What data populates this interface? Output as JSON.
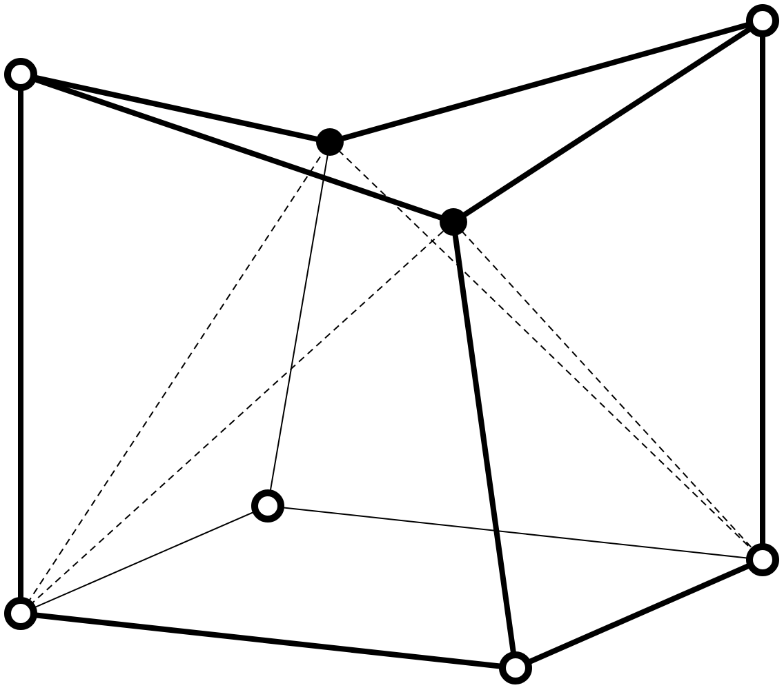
{
  "diagram": {
    "colors": {
      "stroke": "#000000",
      "background": "#ffffff",
      "filled_node": "#000000",
      "open_node_fill": "#ffffff"
    },
    "nodes": [
      {
        "id": "A",
        "style": "open"
      },
      {
        "id": "B",
        "style": "open"
      },
      {
        "id": "C",
        "style": "filled"
      },
      {
        "id": "D",
        "style": "filled"
      },
      {
        "id": "E",
        "style": "open"
      },
      {
        "id": "F",
        "style": "open"
      },
      {
        "id": "G",
        "style": "open"
      },
      {
        "id": "H",
        "style": "open"
      }
    ],
    "edges": [
      {
        "from": "A",
        "to": "C",
        "style": "thick"
      },
      {
        "from": "A",
        "to": "D",
        "style": "thick"
      },
      {
        "from": "A",
        "to": "F",
        "style": "thick"
      },
      {
        "from": "C",
        "to": "B",
        "style": "thick"
      },
      {
        "from": "D",
        "to": "B",
        "style": "thick"
      },
      {
        "from": "B",
        "to": "G",
        "style": "thick"
      },
      {
        "from": "D",
        "to": "H",
        "style": "thick"
      },
      {
        "from": "F",
        "to": "H",
        "style": "thick"
      },
      {
        "from": "H",
        "to": "G",
        "style": "thick"
      },
      {
        "from": "C",
        "to": "E",
        "style": "thin"
      },
      {
        "from": "F",
        "to": "E",
        "style": "thin"
      },
      {
        "from": "E",
        "to": "G",
        "style": "thin"
      },
      {
        "from": "F",
        "to": "C",
        "style": "dashed"
      },
      {
        "from": "F",
        "to": "D",
        "style": "dashed"
      },
      {
        "from": "C",
        "to": "G",
        "style": "dashed"
      },
      {
        "from": "D",
        "to": "G",
        "style": "dashed"
      }
    ]
  }
}
